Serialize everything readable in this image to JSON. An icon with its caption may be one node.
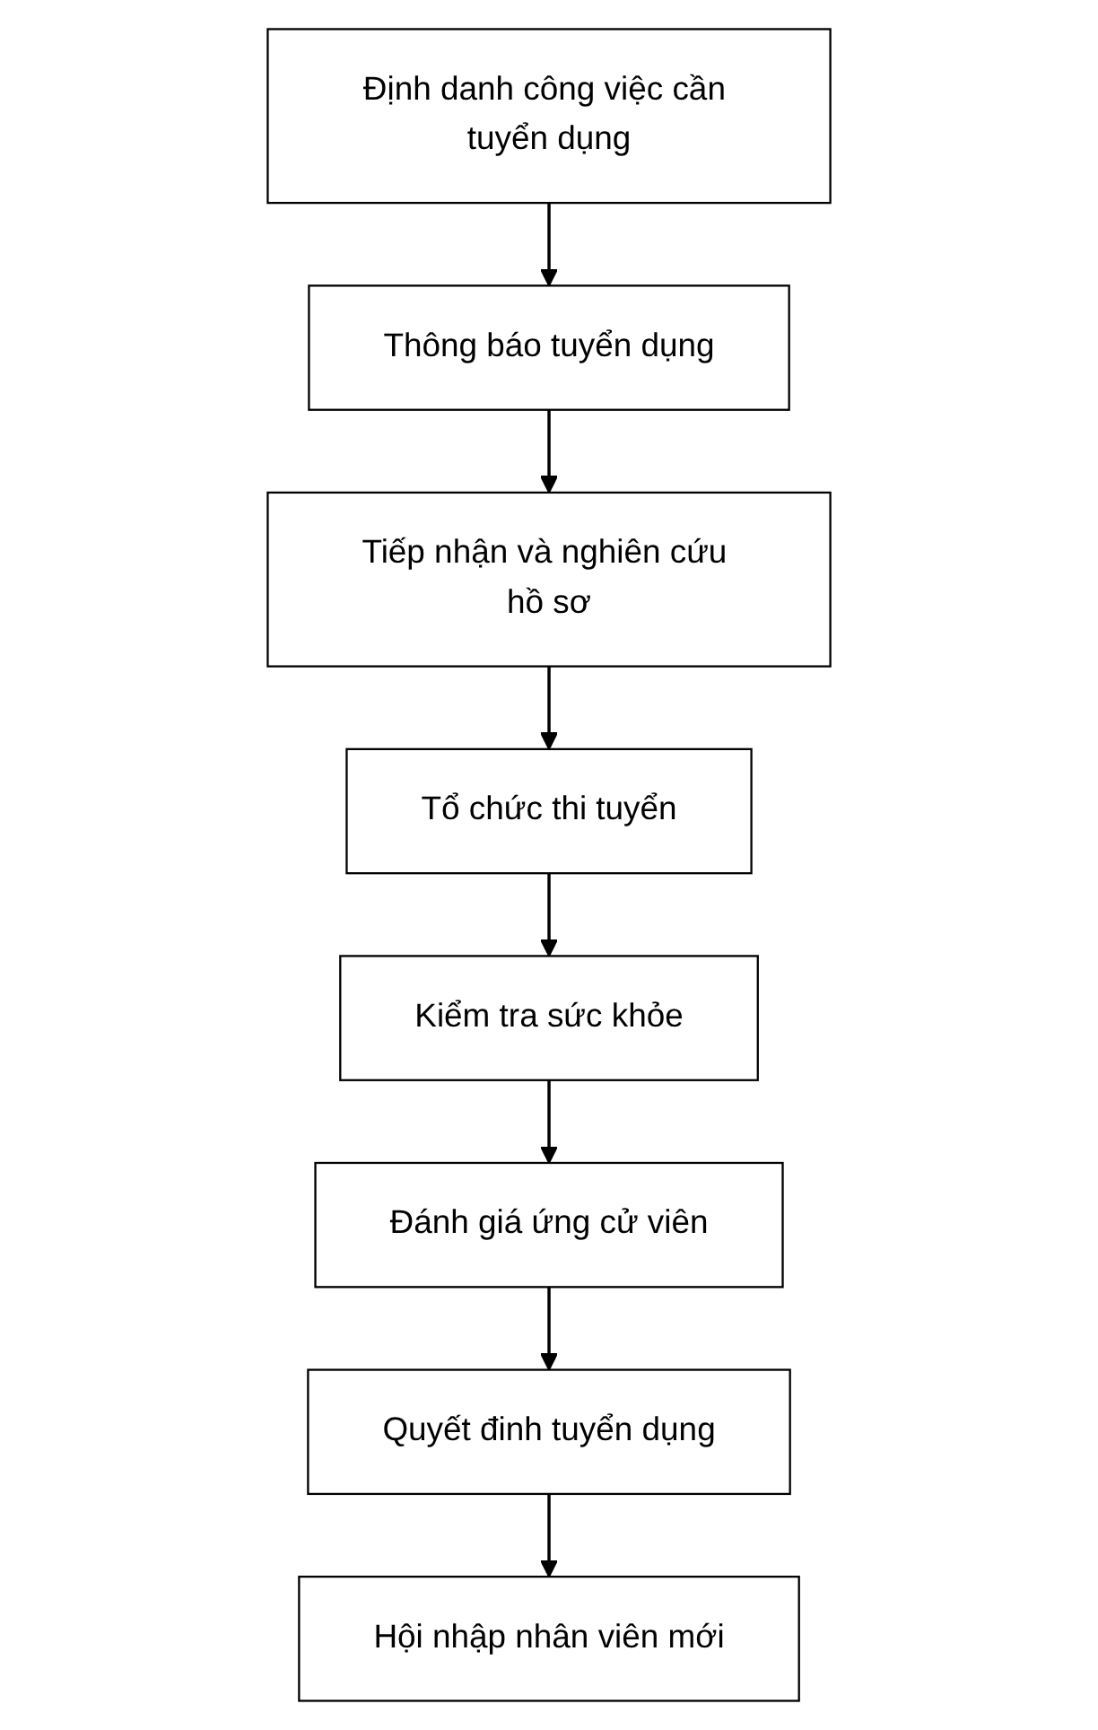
{
  "diagram": {
    "nodes": [
      {
        "text": [
          "Định danh công việc cần tuyển dụng"
        ]
      },
      {
        "text": [
          "Thông báo tuyển dụng"
        ]
      },
      {
        "text": [
          "Tiếp nhận và nghiên cứu hồ sơ"
        ]
      },
      {
        "text": [
          "Tổ chức thi tuyển"
        ]
      },
      {
        "text": [
          "Kiểm tra sức khỏe"
        ]
      },
      {
        "text": [
          "Đánh giá ứng cử viên"
        ]
      },
      {
        "text": [
          "Quyết đinh tuyển dụng"
        ]
      },
      {
        "text": [
          "Hội nhập nhân viên mới"
        ]
      }
    ],
    "edges": [
      {
        "from": 0,
        "to": 1,
        "arrow": "to"
      },
      {
        "from": 1,
        "to": 2,
        "arrow": "to"
      },
      {
        "from": 2,
        "to": 3,
        "arrow": "to"
      },
      {
        "from": 3,
        "to": 4,
        "arrow": "to"
      },
      {
        "from": 4,
        "to": 5,
        "arrow": "to"
      },
      {
        "from": 5,
        "to": 6,
        "arrow": "to"
      },
      {
        "from": 6,
        "to": 7,
        "arrow": "to"
      }
    ]
  }
}
